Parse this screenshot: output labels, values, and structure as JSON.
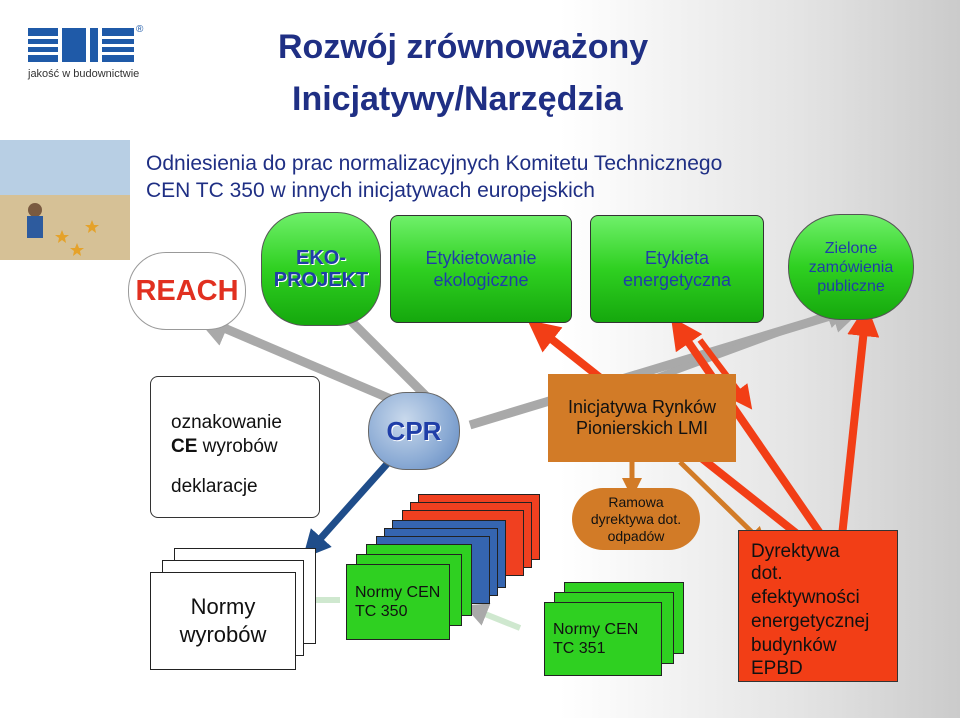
{
  "logo": {
    "text": "ITB",
    "tagline": "jakość w budownictwie",
    "registered": "®",
    "color": "#1f5aa8"
  },
  "title": {
    "line1": "Rozwój zrównoważony",
    "line2": "Inicjatywy/Narzędzia"
  },
  "subtitle": {
    "line1": "Odniesienia do prac normalizacyjnych Komitetu Technicznego",
    "line2": "CEN TC 350 w innych inicjatywach europejskich"
  },
  "top_boxes": {
    "reach": "REACH",
    "eko_line1": "EKO-",
    "eko_line2": "PROJEKT",
    "etykietowanie_line1": "Etykietowanie",
    "etykietowanie_line2": "ekologiczne",
    "etykieta_line1": "Etykieta",
    "etykieta_line2": "energetyczna",
    "zielone_line1": "Zielone",
    "zielone_line2": "zamówienia",
    "zielone_line3": "publiczne"
  },
  "left_scroll": {
    "oznakowanie": "oznakowanie",
    "ce_bold": "CE",
    "wyrobow": " wyrobów",
    "deklaracje": "deklaracje"
  },
  "cpr": "CPR",
  "lmi": {
    "line1": "Inicjatywa Rynków",
    "line2": "Pionierskich LMI"
  },
  "ramowa": {
    "line1": "Ramowa",
    "line2": "dyrektywa dot.",
    "line3": "odpadów"
  },
  "normy_wyrobow": {
    "line1": "Normy",
    "line2": "wyrobów"
  },
  "normy_cen_350": {
    "line1": "Normy CEN",
    "line2": "TC 350"
  },
  "normy_cen_351": {
    "line1": "Normy CEN",
    "line2": "TC 351"
  },
  "dyrektywa": {
    "line1": "Dyrektywa",
    "line2": "dot.",
    "line3": "efektywności",
    "line4": "energetycznej",
    "line5": "budynków",
    "line6": "EPBD"
  },
  "colors": {
    "title": "#1f2f84",
    "green": "#2fd021",
    "orange": "#d27b27",
    "red": "#f23e16",
    "blue_arrow": "#1f4d8a",
    "gray_arrow": "#a9a9a9"
  }
}
